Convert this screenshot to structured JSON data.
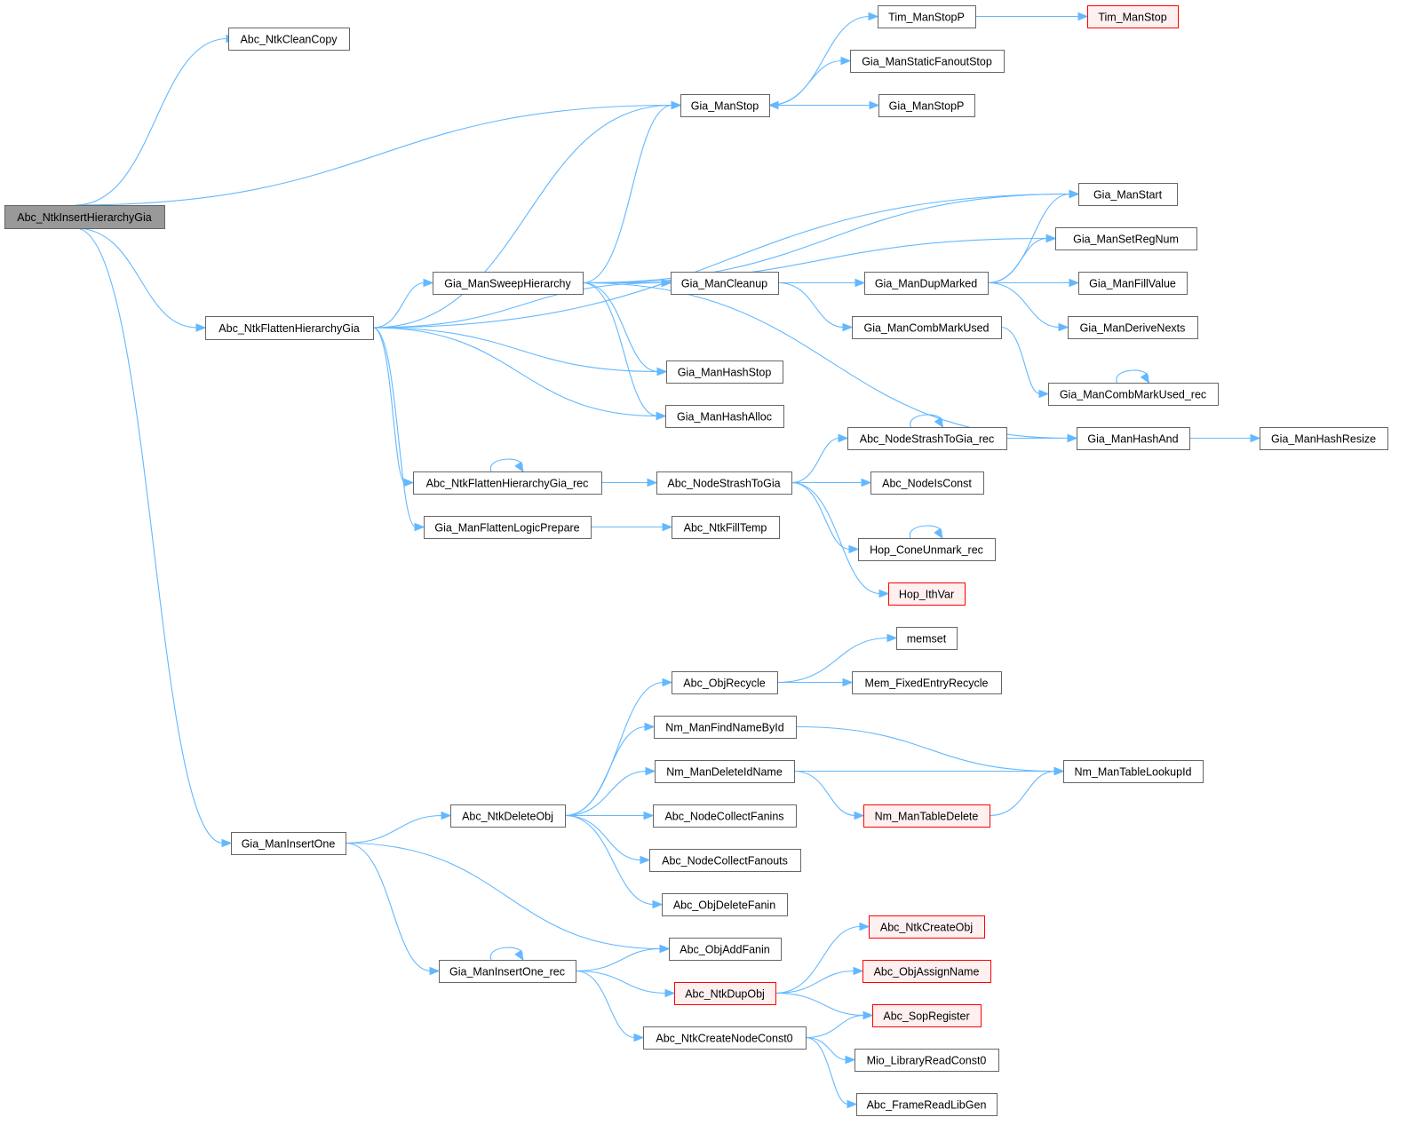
{
  "title": "Abc_NtkInsertHierarchyGia call graph",
  "colors": {
    "edge": "#63b8ff",
    "root_fill": "#999999",
    "truncated_border": "#ff0000",
    "truncated_fill": "#fff0f0",
    "node_border": "#666666"
  },
  "nodes": [
    {
      "id": "root",
      "label": "Abc_NtkInsertHierarchyGia",
      "kind": "root"
    },
    {
      "id": "cleancopy",
      "label": "Abc_NtkCleanCopy",
      "kind": "normal"
    },
    {
      "id": "flatten",
      "label": "Abc_NtkFlattenHierarchyGia",
      "kind": "normal"
    },
    {
      "id": "insertone",
      "label": "Gia_ManInsertOne",
      "kind": "normal"
    },
    {
      "id": "manstop",
      "label": "Gia_ManStop",
      "kind": "normal"
    },
    {
      "id": "timstopp",
      "label": "Tim_ManStopP",
      "kind": "normal"
    },
    {
      "id": "timstop",
      "label": "Tim_ManStop",
      "kind": "truncated"
    },
    {
      "id": "staticfanout",
      "label": "Gia_ManStaticFanoutStop",
      "kind": "normal"
    },
    {
      "id": "stopp",
      "label": "Gia_ManStopP",
      "kind": "normal"
    },
    {
      "id": "start",
      "label": "Gia_ManStart",
      "kind": "normal"
    },
    {
      "id": "setregnum",
      "label": "Gia_ManSetRegNum",
      "kind": "normal"
    },
    {
      "id": "sweep",
      "label": "Gia_ManSweepHierarchy",
      "kind": "normal"
    },
    {
      "id": "cleanup",
      "label": "Gia_ManCleanup",
      "kind": "normal"
    },
    {
      "id": "dupmarked",
      "label": "Gia_ManDupMarked",
      "kind": "normal"
    },
    {
      "id": "fillvalue",
      "label": "Gia_ManFillValue",
      "kind": "normal"
    },
    {
      "id": "combmark",
      "label": "Gia_ManCombMarkUsed",
      "kind": "normal"
    },
    {
      "id": "derivenexts",
      "label": "Gia_ManDeriveNexts",
      "kind": "normal"
    },
    {
      "id": "hashstop",
      "label": "Gia_ManHashStop",
      "kind": "normal"
    },
    {
      "id": "combmarkrec",
      "label": "Gia_ManCombMarkUsed_rec",
      "kind": "normal"
    },
    {
      "id": "hashalloc",
      "label": "Gia_ManHashAlloc",
      "kind": "normal"
    },
    {
      "id": "strashrec",
      "label": "Abc_NodeStrashToGia_rec",
      "kind": "normal"
    },
    {
      "id": "hashand",
      "label": "Gia_ManHashAnd",
      "kind": "normal"
    },
    {
      "id": "hashresize",
      "label": "Gia_ManHashResize",
      "kind": "normal"
    },
    {
      "id": "flattenrec",
      "label": "Abc_NtkFlattenHierarchyGia_rec",
      "kind": "normal"
    },
    {
      "id": "strash",
      "label": "Abc_NodeStrashToGia",
      "kind": "normal"
    },
    {
      "id": "isconst",
      "label": "Abc_NodeIsConst",
      "kind": "normal"
    },
    {
      "id": "logicprep",
      "label": "Gia_ManFlattenLogicPrepare",
      "kind": "normal"
    },
    {
      "id": "filltemp",
      "label": "Abc_NtkFillTemp",
      "kind": "normal"
    },
    {
      "id": "coneunmark",
      "label": "Hop_ConeUnmark_rec",
      "kind": "normal"
    },
    {
      "id": "ithvar",
      "label": "Hop_IthVar",
      "kind": "truncated"
    },
    {
      "id": "memset",
      "label": "memset",
      "kind": "normal"
    },
    {
      "id": "objrecycle",
      "label": "Abc_ObjRecycle",
      "kind": "normal"
    },
    {
      "id": "memfixed",
      "label": "Mem_FixedEntryRecycle",
      "kind": "normal"
    },
    {
      "id": "findname",
      "label": "Nm_ManFindNameById",
      "kind": "normal"
    },
    {
      "id": "deleteidname",
      "label": "Nm_ManDeleteIdName",
      "kind": "normal"
    },
    {
      "id": "tablelookup",
      "label": "Nm_ManTableLookupId",
      "kind": "normal"
    },
    {
      "id": "deleteobj",
      "label": "Abc_NtkDeleteObj",
      "kind": "normal"
    },
    {
      "id": "collectfanins",
      "label": "Abc_NodeCollectFanins",
      "kind": "normal"
    },
    {
      "id": "tabledelete",
      "label": "Nm_ManTableDelete",
      "kind": "truncated"
    },
    {
      "id": "collectfanouts",
      "label": "Abc_NodeCollectFanouts",
      "kind": "normal"
    },
    {
      "id": "deletefanin",
      "label": "Abc_ObjDeleteFanin",
      "kind": "normal"
    },
    {
      "id": "createobj",
      "label": "Abc_NtkCreateObj",
      "kind": "truncated"
    },
    {
      "id": "addfanin",
      "label": "Abc_ObjAddFanin",
      "kind": "normal"
    },
    {
      "id": "assignname",
      "label": "Abc_ObjAssignName",
      "kind": "truncated"
    },
    {
      "id": "insertonerec",
      "label": "Gia_ManInsertOne_rec",
      "kind": "normal"
    },
    {
      "id": "dupobj",
      "label": "Abc_NtkDupObj",
      "kind": "truncated"
    },
    {
      "id": "sopregister",
      "label": "Abc_SopRegister",
      "kind": "truncated"
    },
    {
      "id": "const0",
      "label": "Abc_NtkCreateNodeConst0",
      "kind": "normal"
    },
    {
      "id": "mioconst0",
      "label": "Mio_LibraryReadConst0",
      "kind": "normal"
    },
    {
      "id": "readlibgen",
      "label": "Abc_FrameReadLibGen",
      "kind": "normal"
    }
  ],
  "edges": [
    [
      "root",
      "cleancopy"
    ],
    [
      "root",
      "manstop"
    ],
    [
      "root",
      "flatten"
    ],
    [
      "root",
      "insertone"
    ],
    [
      "flatten",
      "manstop"
    ],
    [
      "flatten",
      "start"
    ],
    [
      "flatten",
      "sweep"
    ],
    [
      "flatten",
      "cleanup"
    ],
    [
      "flatten",
      "hashstop"
    ],
    [
      "flatten",
      "hashalloc"
    ],
    [
      "flatten",
      "flattenrec"
    ],
    [
      "flatten",
      "logicprep"
    ],
    [
      "manstop",
      "timstopp"
    ],
    [
      "manstop",
      "staticfanout"
    ],
    [
      "manstop",
      "stopp"
    ],
    [
      "stopp",
      "manstop"
    ],
    [
      "timstopp",
      "timstop"
    ],
    [
      "sweep",
      "manstop"
    ],
    [
      "sweep",
      "start"
    ],
    [
      "sweep",
      "setregnum"
    ],
    [
      "sweep",
      "cleanup"
    ],
    [
      "sweep",
      "hashstop"
    ],
    [
      "sweep",
      "hashalloc"
    ],
    [
      "sweep",
      "hashand"
    ],
    [
      "cleanup",
      "dupmarked"
    ],
    [
      "cleanup",
      "combmark"
    ],
    [
      "dupmarked",
      "start"
    ],
    [
      "dupmarked",
      "setregnum"
    ],
    [
      "dupmarked",
      "fillvalue"
    ],
    [
      "dupmarked",
      "derivenexts"
    ],
    [
      "combmark",
      "combmarkrec"
    ],
    [
      "combmarkrec",
      "combmarkrec"
    ],
    [
      "flattenrec",
      "flattenrec"
    ],
    [
      "flattenrec",
      "strash"
    ],
    [
      "strash",
      "strashrec"
    ],
    [
      "strash",
      "isconst"
    ],
    [
      "strash",
      "coneunmark"
    ],
    [
      "strash",
      "ithvar"
    ],
    [
      "strashrec",
      "strashrec"
    ],
    [
      "strashrec",
      "hashand"
    ],
    [
      "hashand",
      "hashresize"
    ],
    [
      "coneunmark",
      "coneunmark"
    ],
    [
      "logicprep",
      "filltemp"
    ],
    [
      "insertone",
      "deleteobj"
    ],
    [
      "insertone",
      "addfanin"
    ],
    [
      "insertone",
      "insertonerec"
    ],
    [
      "deleteobj",
      "objrecycle"
    ],
    [
      "deleteobj",
      "findname"
    ],
    [
      "deleteobj",
      "deleteidname"
    ],
    [
      "deleteobj",
      "collectfanins"
    ],
    [
      "deleteobj",
      "collectfanouts"
    ],
    [
      "deleteobj",
      "deletefanin"
    ],
    [
      "objrecycle",
      "memset"
    ],
    [
      "objrecycle",
      "memfixed"
    ],
    [
      "findname",
      "tablelookup"
    ],
    [
      "deleteidname",
      "tablelookup"
    ],
    [
      "deleteidname",
      "tabledelete"
    ],
    [
      "tabledelete",
      "tablelookup"
    ],
    [
      "insertonerec",
      "insertonerec"
    ],
    [
      "insertonerec",
      "addfanin"
    ],
    [
      "insertonerec",
      "dupobj"
    ],
    [
      "insertonerec",
      "const0"
    ],
    [
      "dupobj",
      "createobj"
    ],
    [
      "dupobj",
      "assignname"
    ],
    [
      "dupobj",
      "sopregister"
    ],
    [
      "const0",
      "sopregister"
    ],
    [
      "const0",
      "mioconst0"
    ],
    [
      "const0",
      "readlibgen"
    ]
  ]
}
